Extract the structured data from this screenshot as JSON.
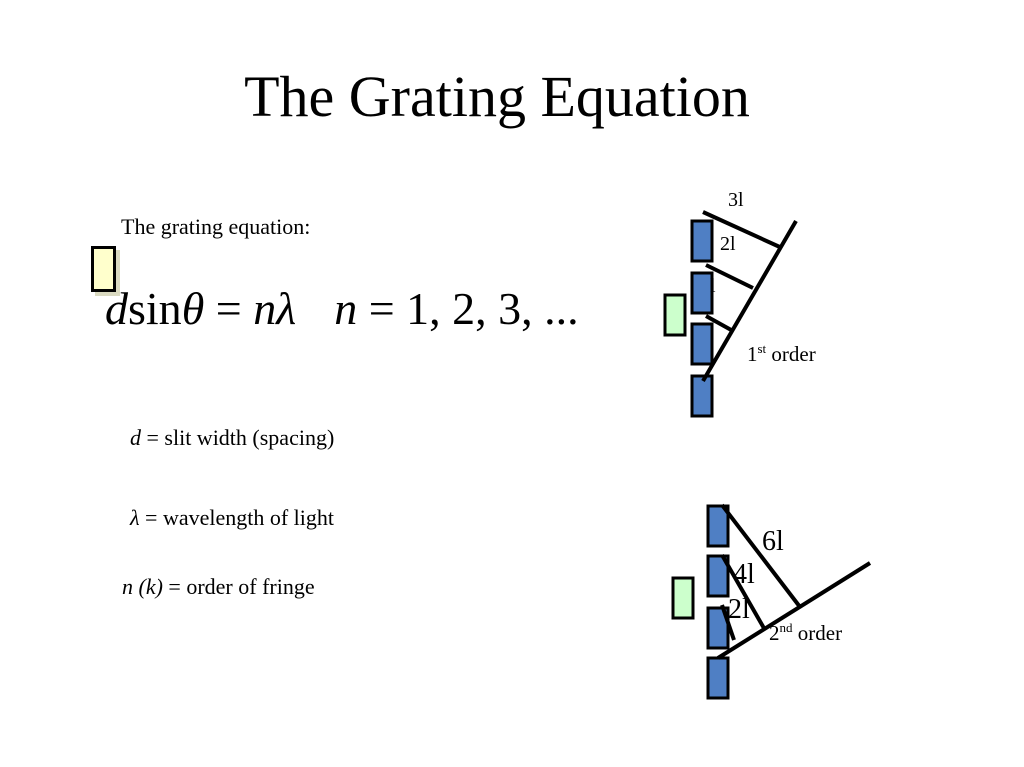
{
  "slide": {
    "title": "The Grating Equation",
    "equation_label": "The grating equation:",
    "equation": {
      "d": "d",
      "sin": "sin",
      "theta": "θ",
      "eq1": "=",
      "n_lambda": "nλ",
      "n": "n",
      "eq2": "=",
      "values": "1,  2, 3, ..."
    },
    "definitions": {
      "d_symbol": "d",
      "d_text": " = slit width (spacing)",
      "lambda_symbol": "λ",
      "lambda_text": " = wavelength of light",
      "n_symbol": "n (k)",
      "n_text": " = order of fringe"
    },
    "first_order_diagram": {
      "labels": [
        "3l",
        "2l",
        "l"
      ],
      "order_number": "1",
      "order_suffix": "st",
      "order_text": " order"
    },
    "second_order_diagram": {
      "labels": [
        "6l",
        "4l",
        "2l"
      ],
      "order_number": "2",
      "order_suffix": "nd",
      "order_text": " order"
    }
  },
  "colors": {
    "slit_fill": "#4f7fc4",
    "source_green": "#ccffcc",
    "mark_yellow": "#ffffcc"
  }
}
